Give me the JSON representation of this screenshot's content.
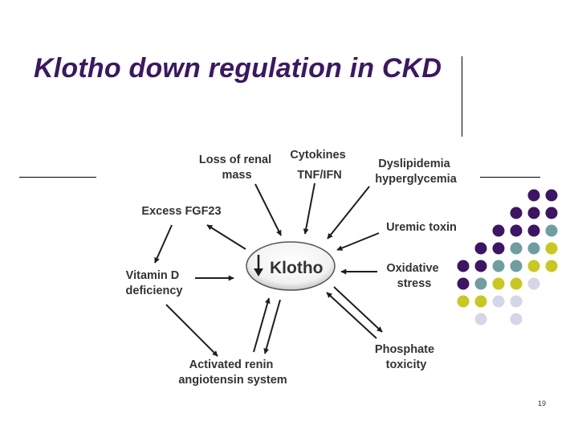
{
  "slide": {
    "title": "Klotho down regulation in CKD",
    "page_number": "19"
  },
  "diagram": {
    "center": "Klotho",
    "center_arrow_icon": "down-arrow-icon",
    "nodes": {
      "loss_of_renal_mass": [
        "Loss of renal",
        "mass"
      ],
      "cytokines": [
        "Cytokines",
        "TNF/IFN"
      ],
      "dyslipidemia": [
        "Dyslipidemia",
        "hyperglycemia"
      ],
      "excess_fgf23": [
        "Excess FGF23"
      ],
      "uremic_toxin": [
        "Uremic toxin"
      ],
      "vitamin_d": [
        "Vitamin D",
        "deficiency"
      ],
      "oxidative_stress": [
        "Oxidative",
        "stress"
      ],
      "renin_angiotensin": [
        "Activated renin",
        "angiotensin system"
      ],
      "phosphate": [
        "Phosphate",
        "toxicity"
      ]
    }
  },
  "colors": {
    "title": "#3b1764",
    "purple": "#3d1466",
    "teal": "#6f9ea0",
    "yellow": "#c8c81e",
    "lavender": "#d6d6e8",
    "arrow": "#1e1e1e"
  }
}
